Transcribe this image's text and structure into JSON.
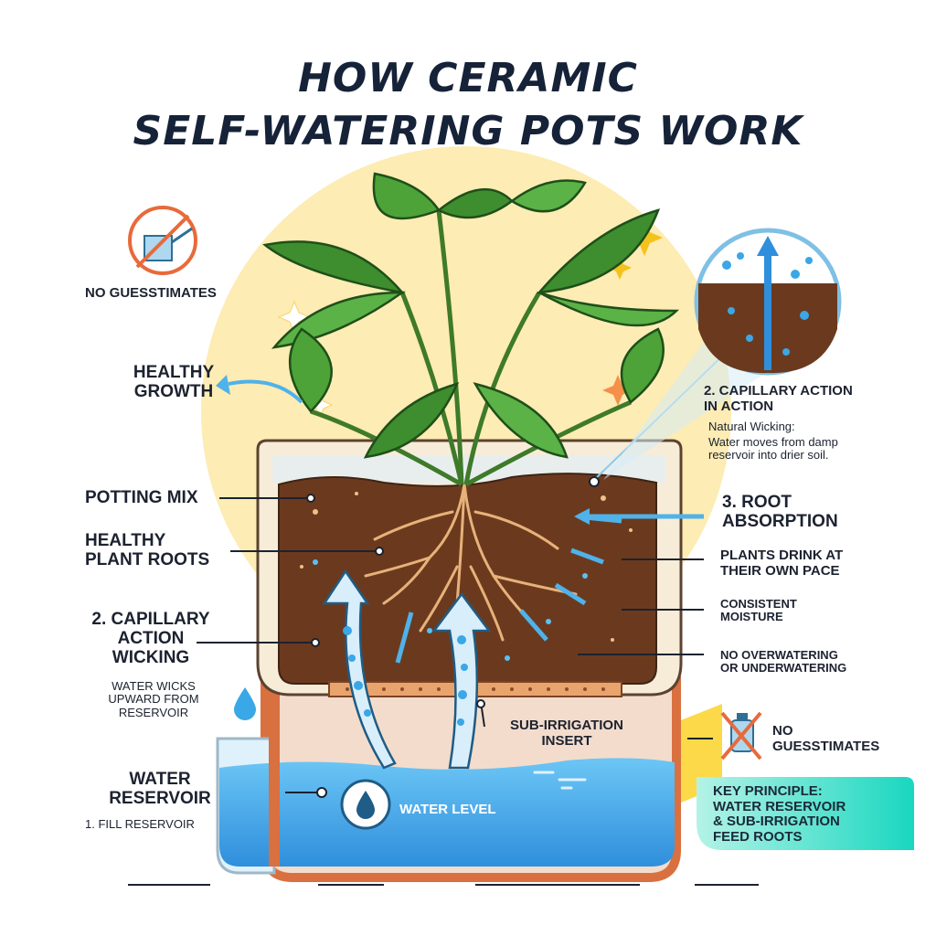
{
  "title": {
    "line1": "HOW CERAMIC",
    "line2": "SELF-WATERING POTS WORK"
  },
  "labels": {
    "no_guess_left": "NO GUESSTIMATES",
    "healthy_growth": [
      "HEALTHY",
      "GROWTH"
    ],
    "potting_mix": "POTTING MIX",
    "healthy_roots": [
      "HEALTHY",
      "PLANT ROOTS"
    ],
    "capillary_left": [
      "2. CAPILLARY",
      "ACTION",
      "WICKING"
    ],
    "wicks_upward": [
      "WATER WICKS",
      "UPWARD FROM",
      "RESERVOIR"
    ],
    "water_reservoir": [
      "WATER",
      "RESERVOIR"
    ],
    "fill_reservoir": "1. FILL RESERVOIR",
    "water_level": "WATER LEVEL",
    "sub_irrigation": [
      "SUB-IRRIGATION",
      "INSERT"
    ],
    "capillary_right": [
      "2. CAPILLARY ACTION",
      "IN ACTION"
    ],
    "natural_wicking": "Natural Wicking:",
    "wicking_desc": [
      "Water moves from damp",
      "reservoir into drier soil."
    ],
    "root_absorption": [
      "3. ROOT",
      "ABSORPTION"
    ],
    "plants_drink": [
      "PLANTS DRINK AT",
      "THEIR OWN PACE"
    ],
    "consistent": [
      "CONSISTENT",
      "MOISTURE"
    ],
    "no_over": [
      "NO OVERWATERING",
      "OR UNDERWATERING"
    ],
    "no_guess_right": [
      "NO",
      "GUESSTIMATES"
    ],
    "key_principle": [
      "KEY PRINCIPLE:",
      "WATER RESERVOIR",
      "& SUB-IRRIGATION",
      "FEED ROOTS"
    ]
  },
  "icons": [
    "no-watering-can-icon",
    "water-drop-icon",
    "no-fertilizer-bottle-icon",
    "sparkle-icon"
  ],
  "colors": {
    "soil": "#6b3a1e",
    "water": "#3aa7e6",
    "pot_rim": "#f6ecd8",
    "terracotta": "#d9703f",
    "sun": "#fde7a1",
    "leaf": "#3e8d2e",
    "key_box": "#2de0c0",
    "prohibit": "#e86a3a"
  }
}
